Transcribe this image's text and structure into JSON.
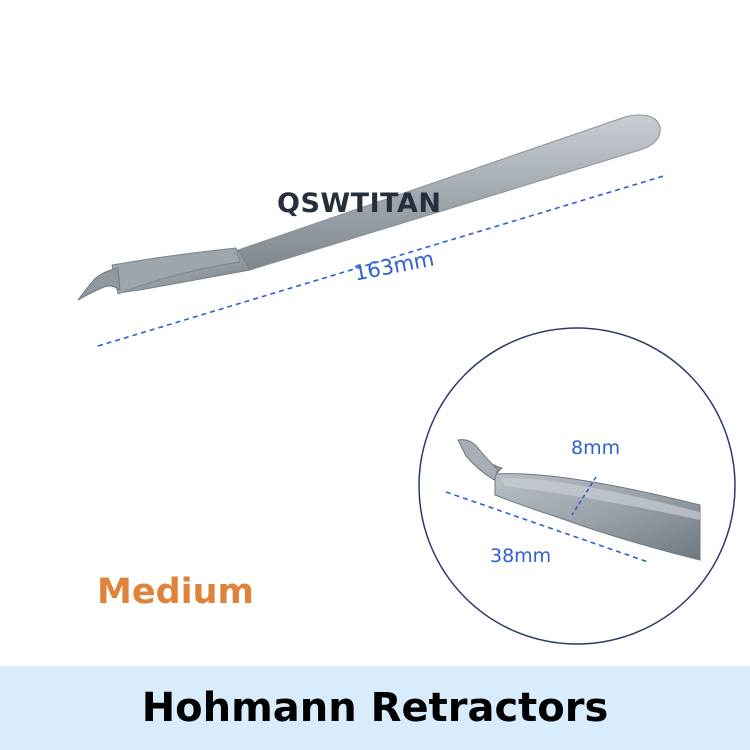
{
  "brand": {
    "watermark": "QSWTITAN"
  },
  "dimensions": {
    "length": "163mm",
    "blade_width": "8mm",
    "tip_length": "38mm"
  },
  "size_label": "Medium",
  "banner": {
    "title": "Hohmann Retractors"
  },
  "colors": {
    "dimension_blue": "#2f5fd0",
    "size_orange": "#e0833a",
    "banner_bg": "#d9ecfb",
    "circle_border": "#2b3a6b",
    "steel": "#9aa4ae"
  }
}
